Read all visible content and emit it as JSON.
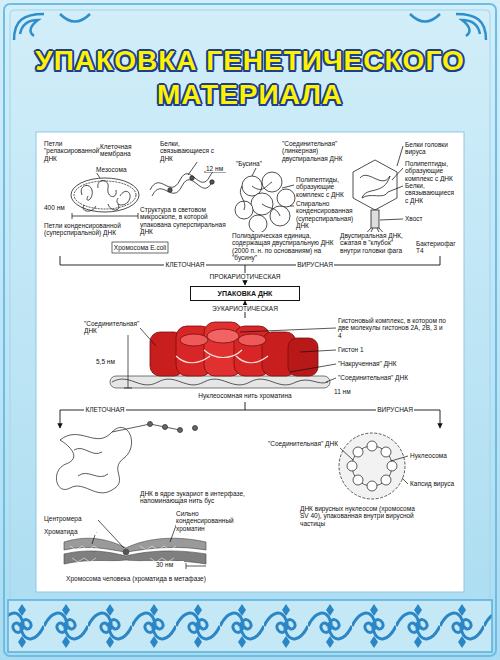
{
  "diagram": {
    "title": "УПАКОВКА ГЕНЕТИЧЕСКОГО МАТЕРИАЛА",
    "nodes": [
      {
        "text": [
          "УПАКОВКА ДНК"
        ]
      }
    ],
    "labels": [
      "Петли \"релаксированной\" ДНК",
      "Клеточная мембрана",
      "Мезосома",
      "400 нм",
      "Петли конденсированной (суперспиральной) ДНК",
      "Хромосома E.coli",
      "Белки, связывающиеся с ДНК",
      "12 нм",
      "Структура в световом микроскопе, в которой упакована суперспиральная ДНК",
      "\"Соединительная\" (линкерная) двуспиральная ДНК",
      "\"Бусина\"",
      "Полипептиды, образующие комплекс с ДНК",
      "Спирально конденсированная (суперспиральная) ДНК",
      "Полиэдрическая единица, содержащая двуспиральную ДНК (2000 п. н. по основаниям) на \"бусину\"",
      "Белки головки вируса",
      "Полипептиды, образующие комплекс с ДНК",
      "Белки, связывающиеся с ДНК",
      "Хвост",
      "Двуспиральная ДНК, сжатая в \"клубок\" внутри головки фага",
      "Бактериофаг T4",
      "КЛЕТОЧНАЯ",
      "ВИРУСНАЯ",
      "ПРОКАРИОТИЧЕСКАЯ",
      "ЭУКАРИОТИЧЕСКАЯ",
      "\"Соединительная\" ДНК",
      "Гистоновый комплекс, в котором по две молекулы гистонов 2А, 2В, 3 и 4",
      "Гистон 1",
      "\"Накрученная\" ДНК",
      "\"Соединительная\" ДНК",
      "5,5 нм",
      "11 нм",
      "КЛЕТОЧНАЯ",
      "ВИРУСНАЯ",
      "Нуклеосомная нить хроматина",
      "\"Соединительная\" ДНК",
      "Нуклеосома",
      "Капсид вируса",
      "ДНК в ядре эукариот в интерфазе, напоминающая нить бус",
      "ДНК вирусных нуклеосом (хромосома SV 40), упакованная внутри вирусной частицы",
      "Центромера",
      "Хроматида",
      "Сильно конденсированный хроматин",
      "30 нм",
      "Хромосома человека (хроматида в метафазе)"
    ]
  }
}
